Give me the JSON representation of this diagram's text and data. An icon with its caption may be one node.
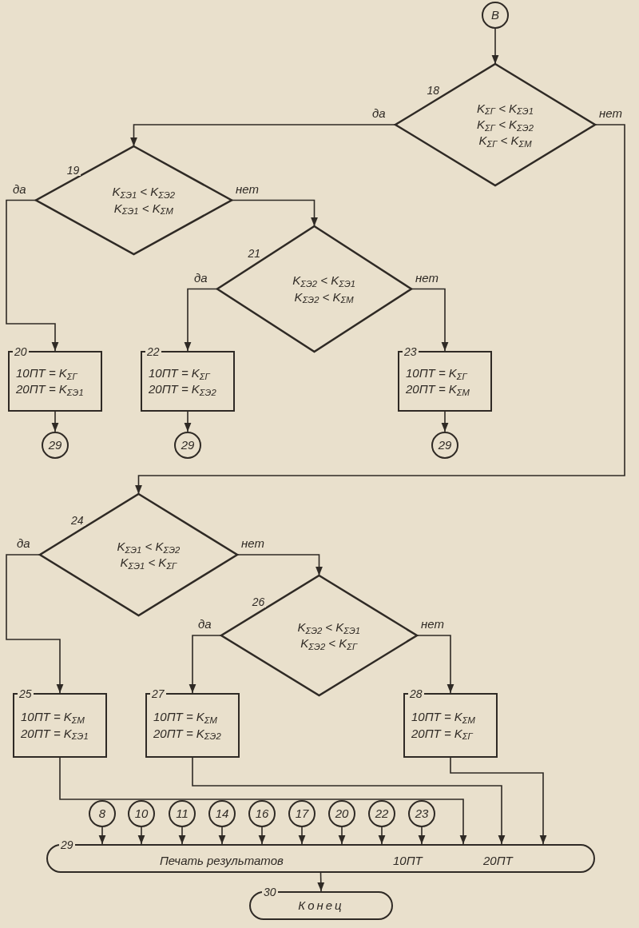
{
  "diagram": {
    "nodes": [
      {
        "text": [
          "В"
        ]
      },
      {
        "text": [
          "18",
          "K$_{ΣГ}$ < K$_{ΣЭ1}$",
          "K$_{ΣГ}$ < K$_{ΣЭ2}$",
          "K$_{ΣГ}$ < K$_{ΣМ}$"
        ]
      },
      {
        "text": [
          "19",
          "K$_{ΣЭ1}$ < K$_{ΣЭ2}$",
          "K$_{ΣЭ1}$ < K$_{ΣМ}$"
        ]
      },
      {
        "text": [
          "21",
          "K$_{ΣЭ2}$ < K$_{ΣЭ1}$",
          "K$_{ΣЭ2}$ < K$_{ΣМ}$"
        ]
      },
      {
        "text": [
          "20",
          "10ПТ = K$_{ΣГ}$",
          "20ПТ = K$_{ΣЭ1}$"
        ]
      },
      {
        "text": [
          "22",
          "10ПТ = K$_{ΣГ}$",
          "20ПТ = K$_{ΣЭ2}$"
        ]
      },
      {
        "text": [
          "23",
          "10ПТ = K$_{ΣГ}$",
          "20ПТ = K$_{ΣМ}$"
        ]
      },
      {
        "text": [
          "29"
        ]
      },
      {
        "text": [
          "29"
        ]
      },
      {
        "text": [
          "29"
        ]
      },
      {
        "text": [
          "24",
          "K$_{ΣЭ1}$ < K$_{ΣЭ2}$",
          "K$_{ΣЭ1}$ < K$_{ΣГ}$"
        ]
      },
      {
        "text": [
          "26",
          "K$_{ΣЭ2}$ < K$_{ΣЭ1}$",
          "K$_{ΣЭ2}$ < K$_{ΣГ}$"
        ]
      },
      {
        "text": [
          "25",
          "10ПТ = K$_{ΣМ}$",
          "20ПТ = K$_{ΣЭ1}$"
        ]
      },
      {
        "text": [
          "27",
          "10ПТ = K$_{ΣМ}$",
          "20ПТ = K$_{ΣЭ2}$"
        ]
      },
      {
        "text": [
          "28",
          "10ПТ = K$_{ΣМ}$",
          "20ПТ = K$_{ΣГ}$"
        ]
      },
      {
        "text": [
          "8"
        ]
      },
      {
        "text": [
          "10"
        ]
      },
      {
        "text": [
          "11"
        ]
      },
      {
        "text": [
          "14"
        ]
      },
      {
        "text": [
          "16"
        ]
      },
      {
        "text": [
          "17"
        ]
      },
      {
        "text": [
          "20"
        ]
      },
      {
        "text": [
          "22"
        ]
      },
      {
        "text": [
          "23"
        ]
      },
      {
        "text": [
          "29",
          "Печать результатов",
          "10ПТ",
          "20ПТ"
        ]
      },
      {
        "text": [
          "30",
          "Конец"
        ]
      }
    ],
    "edges": [
      {
        "from": 0,
        "to": 1,
        "arrow": "to"
      },
      {
        "from": 1,
        "to": 2,
        "arrow": "to",
        "label": "да"
      },
      {
        "from": 1,
        "to": 10,
        "arrow": "to",
        "label": "нет"
      },
      {
        "from": 2,
        "to": 4,
        "arrow": "to",
        "label": "да"
      },
      {
        "from": 2,
        "to": 3,
        "arrow": "to",
        "label": "нет"
      },
      {
        "from": 3,
        "to": 5,
        "arrow": "to",
        "label": "да"
      },
      {
        "from": 3,
        "to": 6,
        "arrow": "to",
        "label": "нет"
      },
      {
        "from": 4,
        "to": 7,
        "arrow": "to"
      },
      {
        "from": 5,
        "to": 8,
        "arrow": "to"
      },
      {
        "from": 6,
        "to": 9,
        "arrow": "to"
      },
      {
        "from": 10,
        "to": 12,
        "arrow": "to",
        "label": "да"
      },
      {
        "from": 10,
        "to": 11,
        "arrow": "to",
        "label": "нет"
      },
      {
        "from": 11,
        "to": 13,
        "arrow": "to",
        "label": "да"
      },
      {
        "from": 11,
        "to": 14,
        "arrow": "to",
        "label": "нет"
      },
      {
        "from": 12,
        "to": 24,
        "arrow": "to"
      },
      {
        "from": 13,
        "to": 24,
        "arrow": "to"
      },
      {
        "from": 14,
        "to": 24,
        "arrow": "to"
      },
      {
        "from": 15,
        "to": 24,
        "arrow": "to"
      },
      {
        "from": 16,
        "to": 24,
        "arrow": "to"
      },
      {
        "from": 17,
        "to": 24,
        "arrow": "to"
      },
      {
        "from": 18,
        "to": 24,
        "arrow": "to"
      },
      {
        "from": 19,
        "to": 24,
        "arrow": "to"
      },
      {
        "from": 20,
        "to": 24,
        "arrow": "to"
      },
      {
        "from": 21,
        "to": 24,
        "arrow": "to"
      },
      {
        "from": 22,
        "to": 24,
        "arrow": "to"
      },
      {
        "from": 23,
        "to": 24,
        "arrow": "to"
      },
      {
        "from": 24,
        "to": 25,
        "arrow": "to"
      }
    ]
  }
}
